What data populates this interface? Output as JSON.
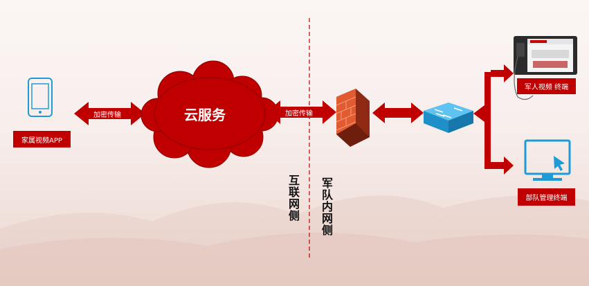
{
  "nodes": {
    "app_label": "家属视频APP",
    "cloud_label": "云服务",
    "terminal_label": "军人视频 终端",
    "admin_label": "部队管理终端"
  },
  "links": {
    "left_arrow_label": "加密传输",
    "right_arrow_label": "加密传输"
  },
  "zones": {
    "internet_side": "互联网侧",
    "military_side": "军队内网侧"
  },
  "colors": {
    "primary_red": "#c00000",
    "icon_blue": "#1e9bd7"
  }
}
